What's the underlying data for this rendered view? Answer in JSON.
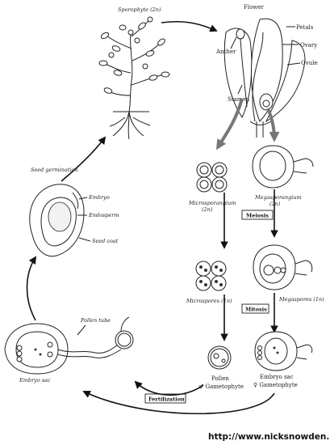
{
  "labels": {
    "sporophyte": "Sporophyte (2n)",
    "flower": "Flower",
    "petals": "Petals",
    "ovary": "Ovary",
    "ovule": "Ovule",
    "anther": "Anther",
    "stamen": "Stamen",
    "microsporangium": "Microsporangium",
    "microsporangium_ploidy": "(2n)",
    "megasporangium": "Megasporangium",
    "megasporangium_ploidy": "(2n)",
    "meiosis": "Meiosis",
    "microspores": "Microspores (1n)",
    "mitosis": "Mitosis",
    "megaspores": "Megaspores (1n)",
    "pollen": "Pollen",
    "male_gametophyte": "♂ Gametophyte",
    "embryo_sac_gametophyte": "Embryo sac",
    "female_gametophyte": "♀ Gametophyte",
    "fertilization": "Fertilization",
    "pollen_tube": "Pollen tube",
    "embryo_sac": "Embryo sac",
    "seed_germination": "Seed germination",
    "embryo": "Embryo",
    "endosperm": "Endosperm",
    "seed_coat": "Seed coat"
  },
  "source_url": "http://www.nicksnowden.net"
}
